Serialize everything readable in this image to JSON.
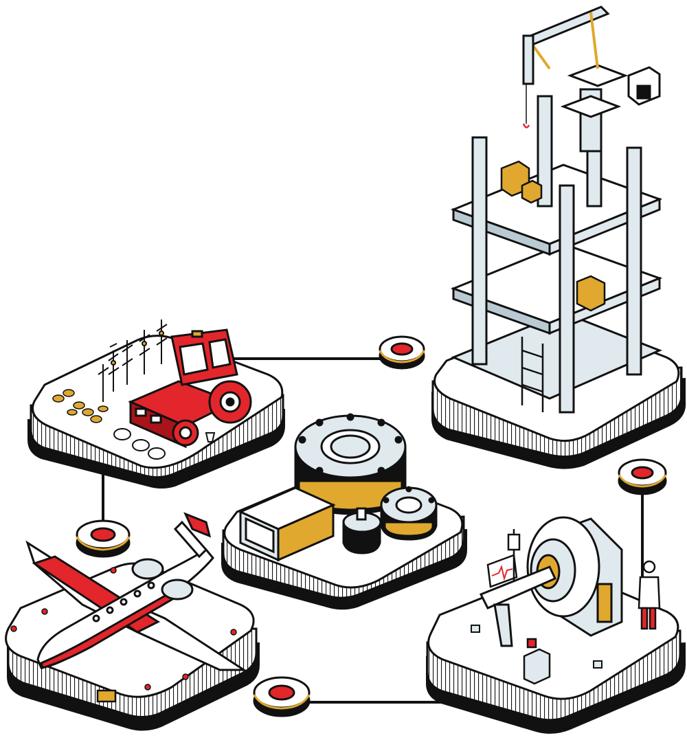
{
  "colors": {
    "ink": "#111111",
    "paper": "#ffffff",
    "steel": "#dfe9ee",
    "steel_dark": "#b9cad3",
    "red": "#e2262b",
    "red_dark": "#a8141a",
    "gold": "#e0a82e",
    "shadow": "#1a1a1a"
  },
  "scene": {
    "platforms": [
      {
        "name": "farm-platform",
        "content": "tractor-and-crops"
      },
      {
        "name": "construction-platform",
        "content": "building-frame-and-crane"
      },
      {
        "name": "industry-platform",
        "content": "gear-parts"
      },
      {
        "name": "aviation-platform",
        "content": "business-jet"
      },
      {
        "name": "medical-platform",
        "content": "mri-scanner-and-doctor"
      }
    ],
    "connectors": [
      {
        "name": "farm-to-construction-connector"
      },
      {
        "name": "farm-to-aviation-connector"
      },
      {
        "name": "aviation-to-medical-connector"
      },
      {
        "name": "construction-to-medical-connector"
      }
    ],
    "nodes": [
      {
        "name": "node-farm-construction"
      },
      {
        "name": "node-farm-aviation"
      },
      {
        "name": "node-aviation-medical"
      },
      {
        "name": "node-construction-medical"
      }
    ]
  }
}
